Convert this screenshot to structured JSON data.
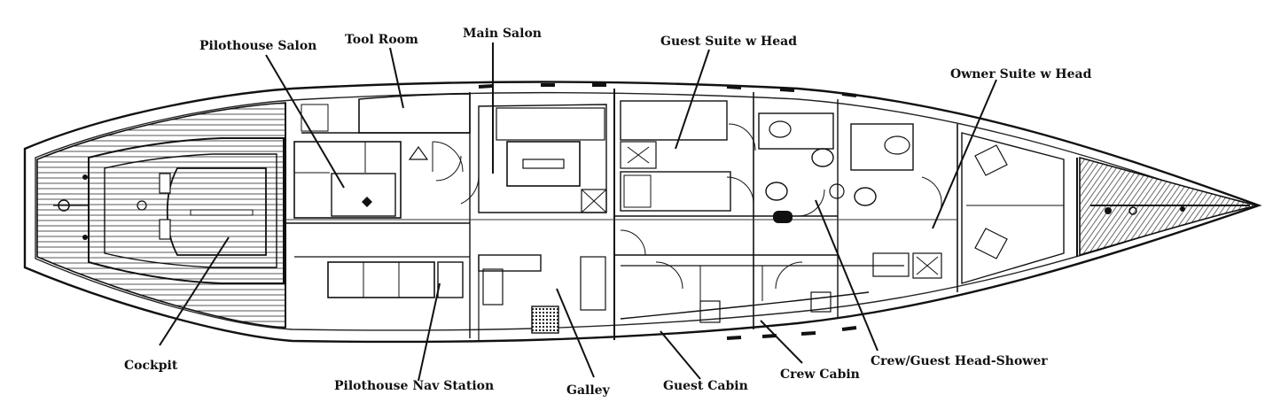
{
  "labels": {
    "pilothouse_salon": "Pilothouse Salon",
    "tool_room": "Tool Room",
    "main_salon": "Main Salon",
    "guest_suite": "Guest Suite w Head",
    "owner_suite": "Owner Suite w Head",
    "cockpit": "Cockpit",
    "pilothouse_nav": "Pilothouse Nav Station",
    "galley": "Galley",
    "guest_cabin": "Guest Cabin",
    "crew_cabin": "Crew Cabin",
    "crew_guest_head": "Crew/Guest Head-Shower"
  }
}
